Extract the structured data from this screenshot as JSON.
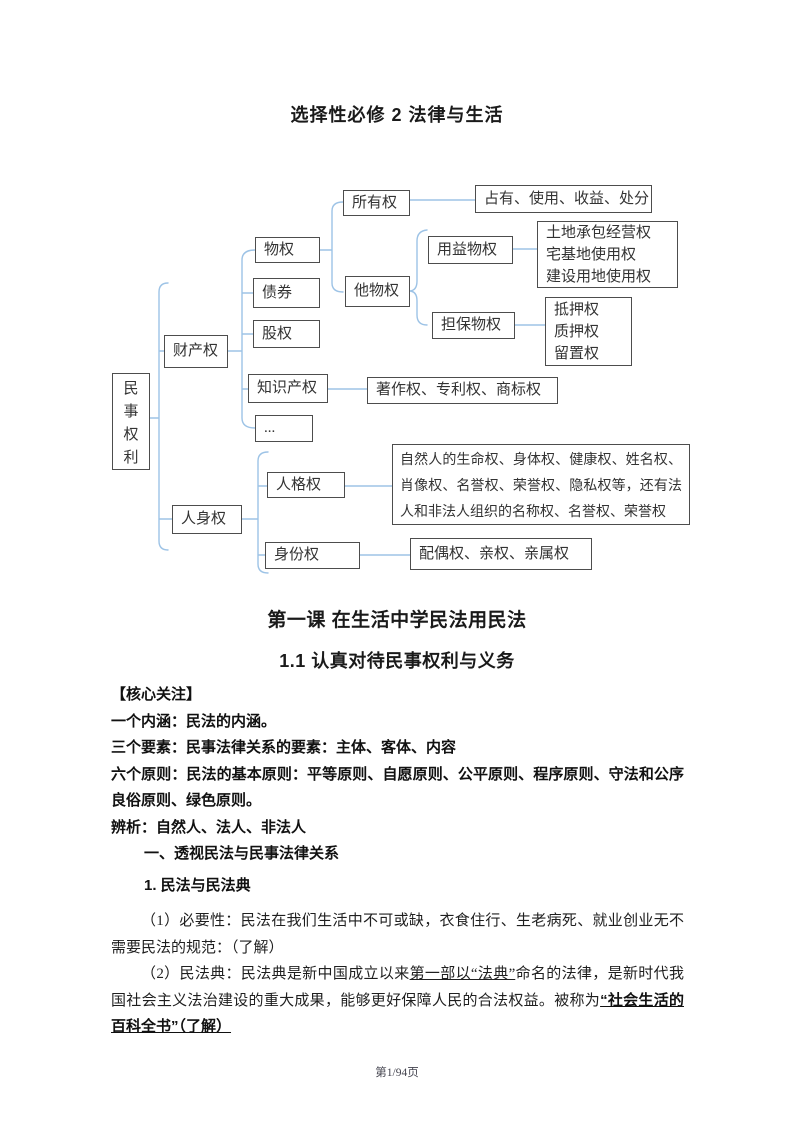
{
  "colors": {
    "connector_blue": "#9dc3e6",
    "box_border_gray": "#4d4d4d",
    "text_color": "#262626"
  },
  "page": {
    "title": "选择性必修 2 法律与生活",
    "footer": "第1/94页"
  },
  "diagram": {
    "root": "民事权利",
    "level1": {
      "caichanquan": "财产权",
      "renshenquan": "人身权"
    },
    "property": {
      "wuquan": "物权",
      "zhaiquan": "债券",
      "guquan": "股权",
      "zhishichanquan": "知识产权",
      "ellipsis": "...",
      "suoyouquan": "所有权",
      "tawuquan": "他物权",
      "suoyou_detail": "占有、使用、收益、处分",
      "yongyiwuquan": "用益物权",
      "danbaowuquan": "担保物权",
      "yongyi_detail": "土地承包经营权\n宅基地使用权\n建设用地使用权",
      "danbao_detail": "抵押权\n质押权\n留置权",
      "zhishi_detail": "著作权、专利权、商标权"
    },
    "person": {
      "rengequan": "人格权",
      "shenfenquan": "身份权",
      "renge_detail": "自然人的生命权、身体权、健康权、姓名权、肖像权、名誉权、荣誉权、隐私权等，还有法人和非法人组织的名称权、名誉权、荣誉权",
      "shenfen_detail": "配偶权、亲权、亲属权"
    }
  },
  "headings": {
    "lesson": "第一课 在生活中学民法用民法",
    "section": "1.1 认真对待民事权利与义务"
  },
  "body": {
    "core": "【核心关注】",
    "point1": "一个内涵：民法的内涵。",
    "point2": "三个要素：民事法律关系的要素：主体、客体、内容",
    "point3": "六个原则：民法的基本原则：平等原则、自愿原则、公平原则、程序原则、守法和公序良俗原则、绿色原则。",
    "point4": "辨析：自然人、法人、非法人",
    "sub1": "一、透视民法与民事法律关系",
    "sub2": "1. 民法与民法典",
    "para1": "（1）必要性：民法在我们生活中不可或缺，衣食住行、生老病死、就业创业无不需要民法的规范：（了解）",
    "para2_segments": [
      {
        "style": "normal",
        "text": "（2）民法典：民法典是新中国成立以来"
      },
      {
        "style": "underline",
        "text": "第一部以“法典”"
      },
      {
        "style": "normal",
        "text": "命名的法律，是新时代我国社会主义法治建设的重大成果，能够更好保障人民的合法权益。被称为"
      },
      {
        "style": "bold-underline",
        "text": "“社会生活的百科全书”（了解）"
      }
    ]
  }
}
